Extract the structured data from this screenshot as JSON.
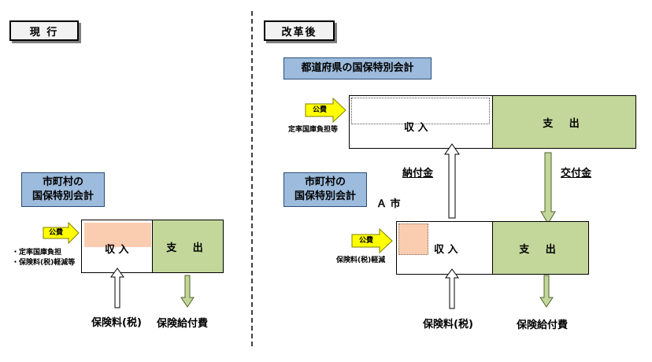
{
  "current": {
    "heading": "現 行",
    "entity": [
      "市町村の",
      "国保特別会計"
    ],
    "public_funds": "公費",
    "notes": [
      "・定率国庫負担",
      "・保険料(税)軽減等"
    ],
    "income": "収 入",
    "expense": "支 出",
    "premium": "保険料(税)",
    "benefit": "保険給付費"
  },
  "reformed": {
    "heading": "改革後",
    "prefecture": "都道府県の国保特別会計",
    "public_funds_pref": "公費",
    "note_pref": "定率国庫負担等",
    "income_pref": "収 入",
    "expense_pref": "支 出",
    "payment": "納付金",
    "grant": "交付金",
    "entity": [
      "市町村の",
      "国保特別会計"
    ],
    "city": "Ａ 市",
    "public_funds_muni": "公費",
    "note_muni": "保険料(税)軽減",
    "income_muni": "収 入",
    "expense_muni": "支 出",
    "premium": "保険料(税)",
    "benefit": "保険給付費"
  },
  "colors": {
    "label_blue": "#9dbbdc",
    "expense_green": "#c4d79b",
    "income_peach": "#fbcdb0",
    "public_funds_yellow": "#ffff00"
  }
}
